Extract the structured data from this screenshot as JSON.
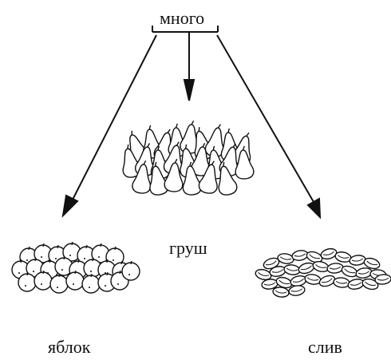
{
  "labels": {
    "top": "много",
    "middle": "груш",
    "left": "яблок",
    "right": "слив"
  },
  "colors": {
    "ink": "#111111",
    "fill": "#ffffff"
  },
  "groups": [
    {
      "name": "pears-pile",
      "icon": "pear-icon",
      "count": 24
    },
    {
      "name": "apples-pile",
      "icon": "apple-icon",
      "count": 23
    },
    {
      "name": "plums-pile",
      "icon": "plum-icon",
      "count": 28
    }
  ]
}
